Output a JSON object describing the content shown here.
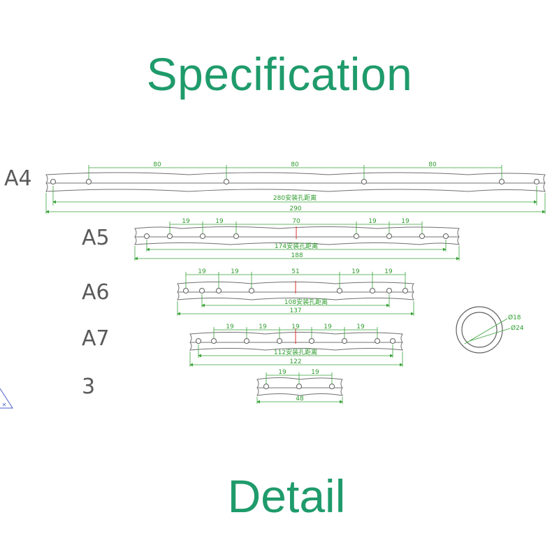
{
  "header": {
    "title": "Specification"
  },
  "footer": {
    "text": "Detail"
  },
  "parts": [
    {
      "label": "A4",
      "top_dims": [
        "80",
        "80",
        "80"
      ],
      "inner_dim": "280安装孔距离",
      "overall_dim": "290"
    },
    {
      "label": "A5",
      "top_dims": [
        "19",
        "19",
        "70",
        "19",
        "19"
      ],
      "inner_dim": "174安装孔距离",
      "overall_dim": "188"
    },
    {
      "label": "A6",
      "top_dims": [
        "19",
        "19",
        "51",
        "19",
        "19"
      ],
      "inner_dim": "108安装孔距离",
      "overall_dim": "137"
    },
    {
      "label": "A7",
      "top_dims": [
        "19",
        "19",
        "19",
        "19",
        "19"
      ],
      "inner_dim": "112安装孔距离",
      "overall_dim": "122"
    },
    {
      "label": "3",
      "top_dims": [
        "19",
        "19"
      ],
      "inner_dim": "",
      "overall_dim": "48"
    }
  ],
  "ring": {
    "inner_dim": "Ø18",
    "outer_dim": "Ø24"
  },
  "colors": {
    "accent": "#1f9b6b",
    "dimension": "#39a339",
    "outline": "#707070",
    "center_mark": "#e03030"
  }
}
